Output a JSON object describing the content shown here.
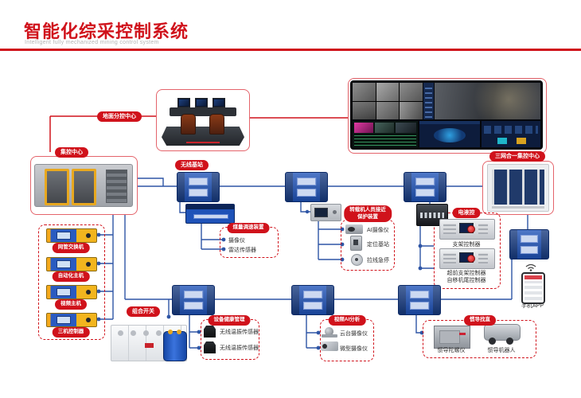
{
  "header": {
    "title": "智能化综采控制系统",
    "subtitle": "Intelligent fully mechanized mining control system"
  },
  "labels": {
    "ground_sub_center": "地面分控中心",
    "central_control": "集控中心",
    "tri_network_center": "三网合一集控中心",
    "wireless_base_station": "无线基站",
    "network_switch": "网管交换机",
    "automation_host": "自动化主机",
    "video_host": "视频主机",
    "three_machine_controller": "三机控制器",
    "combo_switch": "组合开关",
    "phone_app": "手机APP"
  },
  "groups": {
    "coal_speed": {
      "title": "煤量调速装置",
      "items": [
        "摄像仪",
        "雷达传感器"
      ]
    },
    "loader_protection": {
      "title_line1": "转载机人员接近",
      "title_line2": "保护装置",
      "items": [
        "AI摄像仪",
        "定位基站",
        "拉线急停"
      ]
    },
    "hydraulic_control": {
      "title": "电液控",
      "item1": "支架控制器",
      "item2_line1": "超前支架控制器",
      "item2_line2": "自移机尾控制器"
    },
    "equipment_health": {
      "title": "设备健康管理",
      "items": [
        "无线温振传感器",
        "无线温振传感器"
      ]
    },
    "video_ai": {
      "title": "视频AI分析",
      "items": [
        "云台摄像仪",
        "微型摄像仪"
      ]
    },
    "inertial_nav": {
      "title": "惯导找直",
      "items": [
        "惯导陀螺仪",
        "惯导机器人"
      ]
    }
  },
  "colors": {
    "accent_red": "#d0121b",
    "box_border_red": "#e4646b",
    "line_blue": "#2e55a5",
    "device_blue": "#1e52b8",
    "device_yellow": "#f2b51e"
  }
}
